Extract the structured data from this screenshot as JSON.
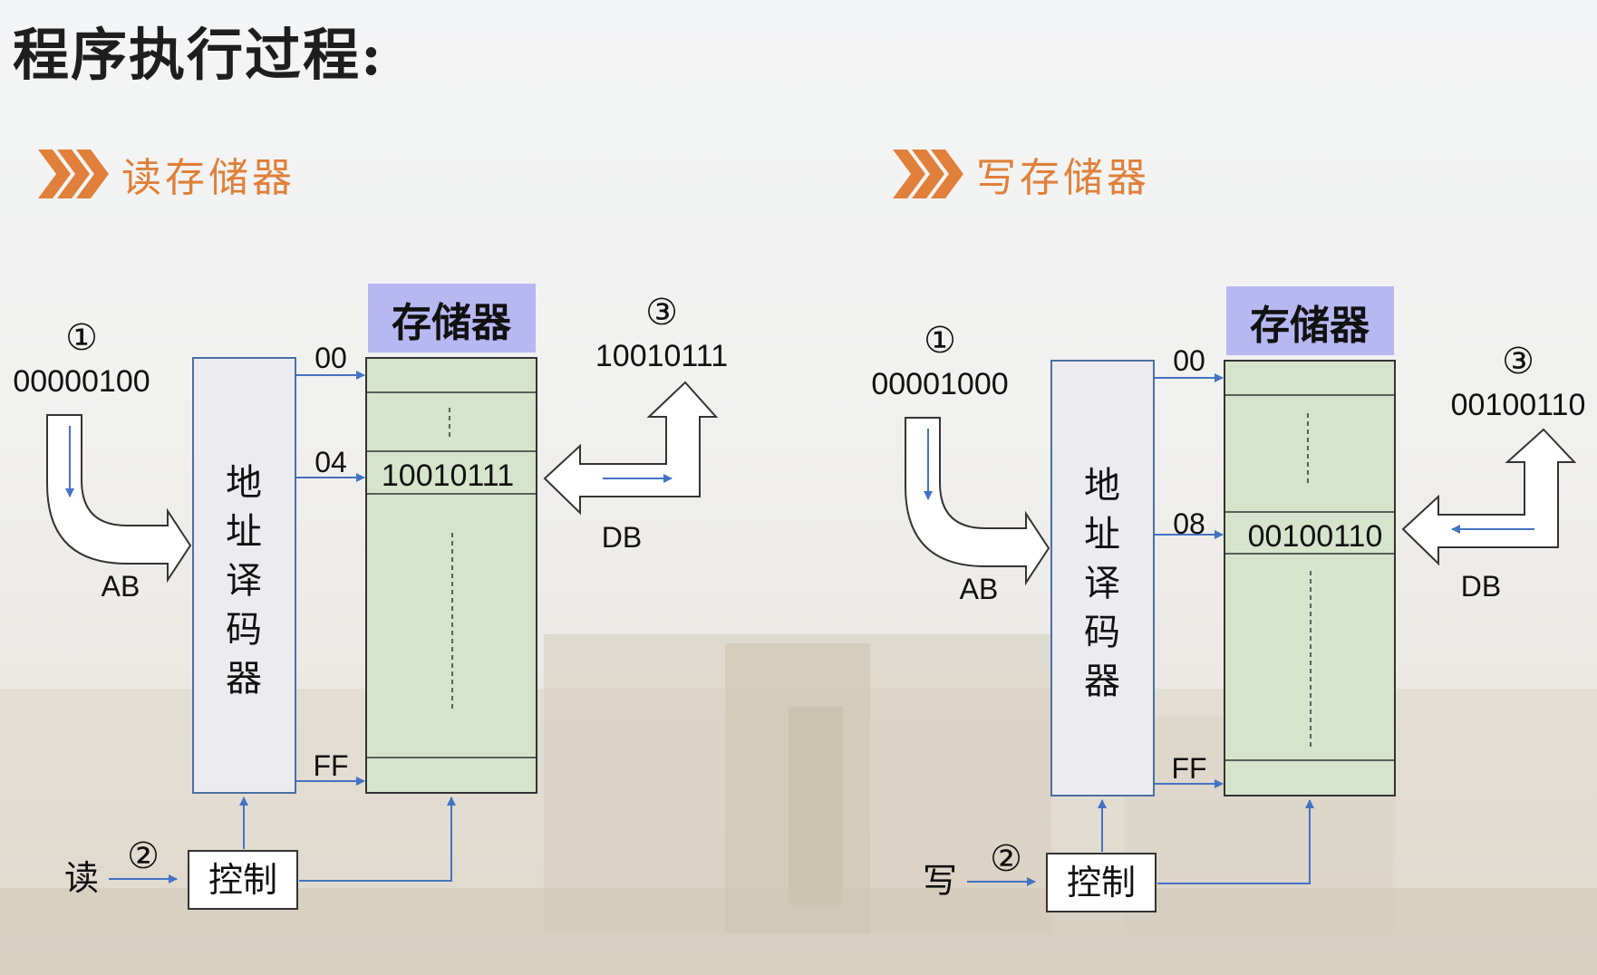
{
  "title": "程序执行过程:",
  "left": {
    "heading": "读存储器",
    "step1_marker": "①",
    "address": "00000100",
    "ab_label": "AB",
    "decoder_label": [
      "地",
      "址",
      "译",
      "码",
      "器"
    ],
    "memory_header": "存储器",
    "addr_00": "00",
    "addr_selected": "04",
    "addr_ff": "FF",
    "cell_value": "10010111",
    "step3_marker": "③",
    "bus_value": "10010111",
    "db_label": "DB",
    "ctrl_input_label": "读",
    "step2_marker": "②",
    "control_label": "控制"
  },
  "right": {
    "heading": "写存储器",
    "step1_marker": "①",
    "address": "00001000",
    "ab_label": "AB",
    "decoder_label": [
      "地",
      "址",
      "译",
      "码",
      "器"
    ],
    "memory_header": "存储器",
    "addr_00": "00",
    "addr_selected": "08",
    "addr_ff": "FF",
    "cell_value": "00100110",
    "step3_marker": "③",
    "bus_value": "00100110",
    "db_label": "DB",
    "ctrl_input_label": "写",
    "step2_marker": "②",
    "control_label": "控制"
  },
  "colors": {
    "accent": "#e0803a",
    "memory_fill": "#d6e4cc",
    "memory_header_fill": "#b7b7f2",
    "decoder_fill": "#ececf0",
    "arrow_blue": "#4472c4"
  }
}
